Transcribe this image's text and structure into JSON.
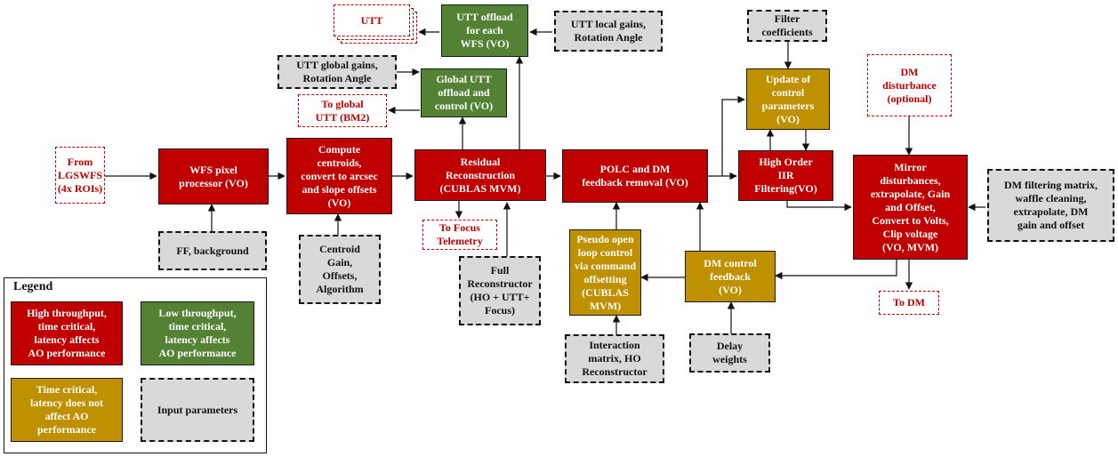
{
  "blocks": {
    "wfs_pixel": "WFS pixel\nprocessor (VO)",
    "centroids": "Compute\ncentroids,\nconvert to arcsec\nand slope offsets\n(VO)",
    "residual": "Residual\nReconstruction\n(CUBLAS MVM)",
    "polc": "POLC and DM\nfeedback removal (VO)",
    "iir": "High Order\nIIR\nFiltering(VO)",
    "mirror": "Mirror\ndisturbances,\nextrapolate, Gain\nand Offset,\nConvert to Volts,\nClip voltage\n(VO, MVM)",
    "utt_offload": "UTT offload\nfor each\nWFS (VO)",
    "global_utt": "Global UTT\noffload and\ncontrol (VO)",
    "update_control": "Update of\ncontrol\nparameters\n(VO)",
    "pseudo_open": "Pseudo open\nloop control\nvia command\noffsetting\n(CUBLAS\nMVM)",
    "dm_feedback": "DM control\nfeedback\n(VO)"
  },
  "inputs": {
    "ff_background": "FF, background",
    "centroid_params": "Centroid\nGain,\nOffsets,\nAlgorithm",
    "full_reconstructor": "Full\nReconstructor\n(HO + UTT+\nFocus)",
    "interaction_matrix": "Interaction\nmatrix, HO\nReconstructor",
    "delay_weights": "Delay\nweights",
    "utt_local_gains": "UTT local gains,\nRotation Angle",
    "utt_global_gains": "UTT global gains,\nRotation Angle",
    "filter_coefficients": "Filter\ncoefficients",
    "dm_filtering": "DM filtering matrix,\nwaffle cleaning,\nextrapolate, DM\ngain and offset"
  },
  "external": {
    "from_lgswfs": "From\nLGSWFS\n(4x ROIs)",
    "utt": "UTT",
    "to_global_utt": "To global\nUTT (BM2)",
    "to_focus": "To Focus\nTelemetry",
    "dm_disturbance": "DM\ndisturbance\n(optional)",
    "to_dm": "To DM"
  },
  "legend": {
    "title": "Legend",
    "high_throughput": "High throughput,\ntime critical,\nlatency affects\nAO performance",
    "low_throughput": "Low throughput,\ntime critical,\nlatency affects\nAO performance",
    "time_critical": "Time critical,\nlatency does not\naffect AO\nperformance",
    "input_parameters": "Input parameters"
  },
  "colors": {
    "high_throughput": "#c00000",
    "low_throughput": "#548235",
    "time_critical": "#bf9000",
    "input": "#d9d9d9",
    "external_text": "#c00000"
  }
}
